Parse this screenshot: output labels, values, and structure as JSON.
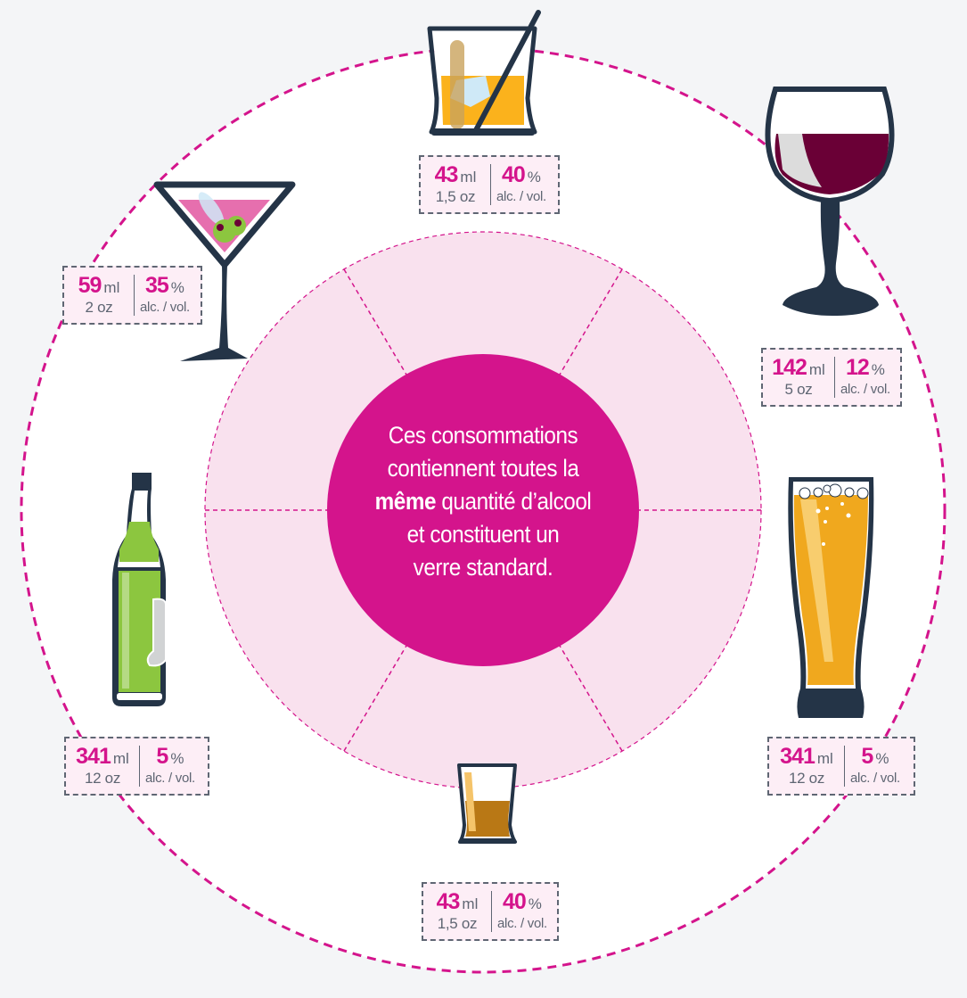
{
  "colors": {
    "background": "#f4f5f7",
    "outer_disk": "#ffffff",
    "ring_fill": "#f9e1ee",
    "center_fill": "#d4148c",
    "accent_magenta": "#d4148c",
    "label_gray": "#5f6673",
    "glass_outline": "#243447"
  },
  "center_message": {
    "line1": "Ces consommations",
    "line2": "contiennent toutes la",
    "line3_bold": "même",
    "line3_rest": " quantité d’alcool",
    "line4": "et constituent un",
    "line5": "verre standard."
  },
  "drinks": [
    {
      "id": "spirits-top",
      "icon": "rocks-glass-icon",
      "volume_ml": "43",
      "ml_unit": "ml",
      "volume_oz": "1,5 oz",
      "abv": "40",
      "pct_unit": "%",
      "abv_label": "alc. / vol."
    },
    {
      "id": "wine",
      "icon": "wine-glass-icon",
      "volume_ml": "142",
      "ml_unit": "ml",
      "volume_oz": "5 oz",
      "abv": "12",
      "pct_unit": "%",
      "abv_label": "alc. / vol."
    },
    {
      "id": "draft-beer",
      "icon": "beer-pint-glass-icon",
      "volume_ml": "341",
      "ml_unit": "ml",
      "volume_oz": "12 oz",
      "abv": "5",
      "pct_unit": "%",
      "abv_label": "alc. / vol."
    },
    {
      "id": "shot",
      "icon": "shot-glass-icon",
      "volume_ml": "43",
      "ml_unit": "ml",
      "volume_oz": "1,5 oz",
      "abv": "40",
      "pct_unit": "%",
      "abv_label": "alc. / vol."
    },
    {
      "id": "bottled-beer",
      "icon": "beer-bottle-icon",
      "volume_ml": "341",
      "ml_unit": "ml",
      "volume_oz": "12 oz",
      "abv": "5",
      "pct_unit": "%",
      "abv_label": "alc. / vol."
    },
    {
      "id": "fortified-cocktail",
      "icon": "martini-glass-icon",
      "volume_ml": "59",
      "ml_unit": "ml",
      "volume_oz": "2 oz",
      "abv": "35",
      "pct_unit": "%",
      "abv_label": "alc. / vol."
    }
  ]
}
